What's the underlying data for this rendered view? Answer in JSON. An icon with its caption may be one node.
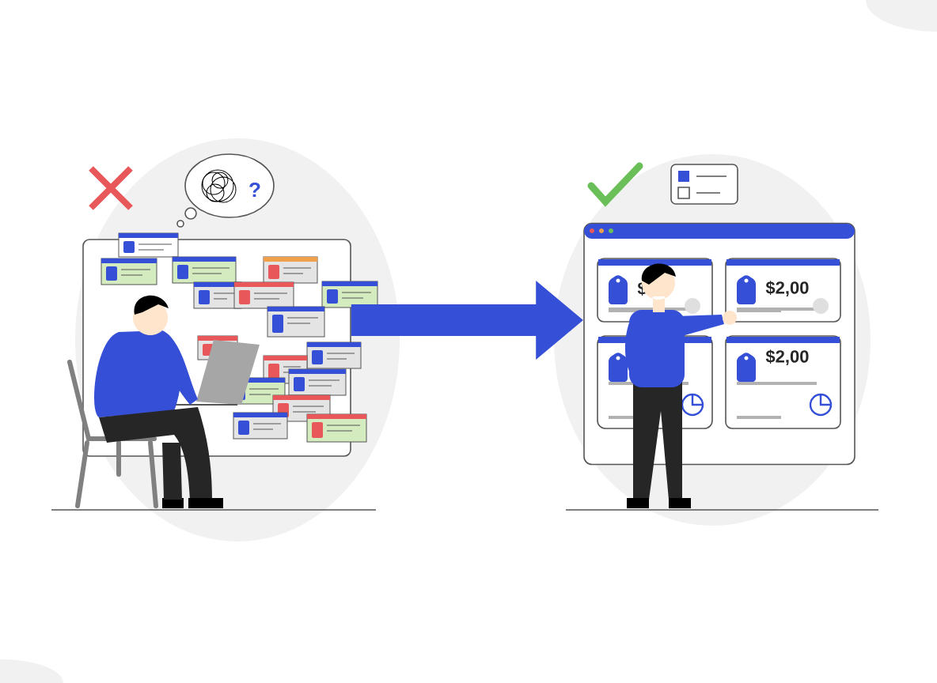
{
  "diagram": {
    "nodes": [
      {
        "text": [],
        "shape": "picture"
      },
      {
        "text": [],
        "shape": "box"
      },
      {
        "text": [
          "$"
        ],
        "in": 1
      },
      {
        "text": [
          "$2,00"
        ],
        "in": 1
      },
      {
        "text": [],
        "shape": "box",
        "in": 1
      },
      {
        "text": [
          "$2,00"
        ],
        "in": 1
      }
    ],
    "edges": [
      {
        "from": 0,
        "to": 1,
        "arrow": "to"
      }
    ],
    "labels": [
      "?"
    ]
  }
}
